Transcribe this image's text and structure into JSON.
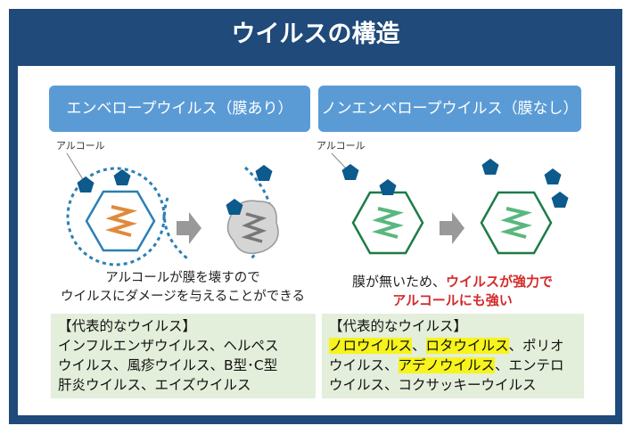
{
  "title": "ウイルスの構造",
  "left": {
    "header": "エンベロープウイルス（膜あり）",
    "alcohol_label": "アルコール",
    "caption_line1": "アルコールが膜を壊すので",
    "caption_line2": "ウイルスにダメージを与えることができる",
    "examples_heading": "【代表的なウイルス】",
    "examples_line1": "インフルエンザウイルス、ヘルペス",
    "examples_line2": "ウイルス、風疹ウイルス、B型･C型",
    "examples_line3": "肝炎ウイルス、エイズウイルス"
  },
  "right": {
    "header": "ノンエンベロープウイルス（膜なし）",
    "alcohol_label": "アルコール",
    "caption_prefix": "膜が無いため、",
    "caption_red1": "ウイルスが強力で",
    "caption_red2": "アルコールにも強い",
    "examples_heading": "【代表的なウイルス】",
    "ex_hl1": "ノロウイルス",
    "ex_sep1": "、",
    "ex_hl2": "ロタウイルス",
    "ex_tail1": "、ポリオ",
    "ex_line2_pre": "ウイルス、",
    "ex_hl3": "アデノウイルス",
    "ex_line2_post": "、エンテロ",
    "ex_line3": "ウイルス、コクサッキーウイルス"
  },
  "colors": {
    "frame": "#1f4a7a",
    "header": "#5b9bd5",
    "pentagon": "#0d5a8c",
    "highlight": "#f7f31c",
    "red": "#d42a2a"
  }
}
